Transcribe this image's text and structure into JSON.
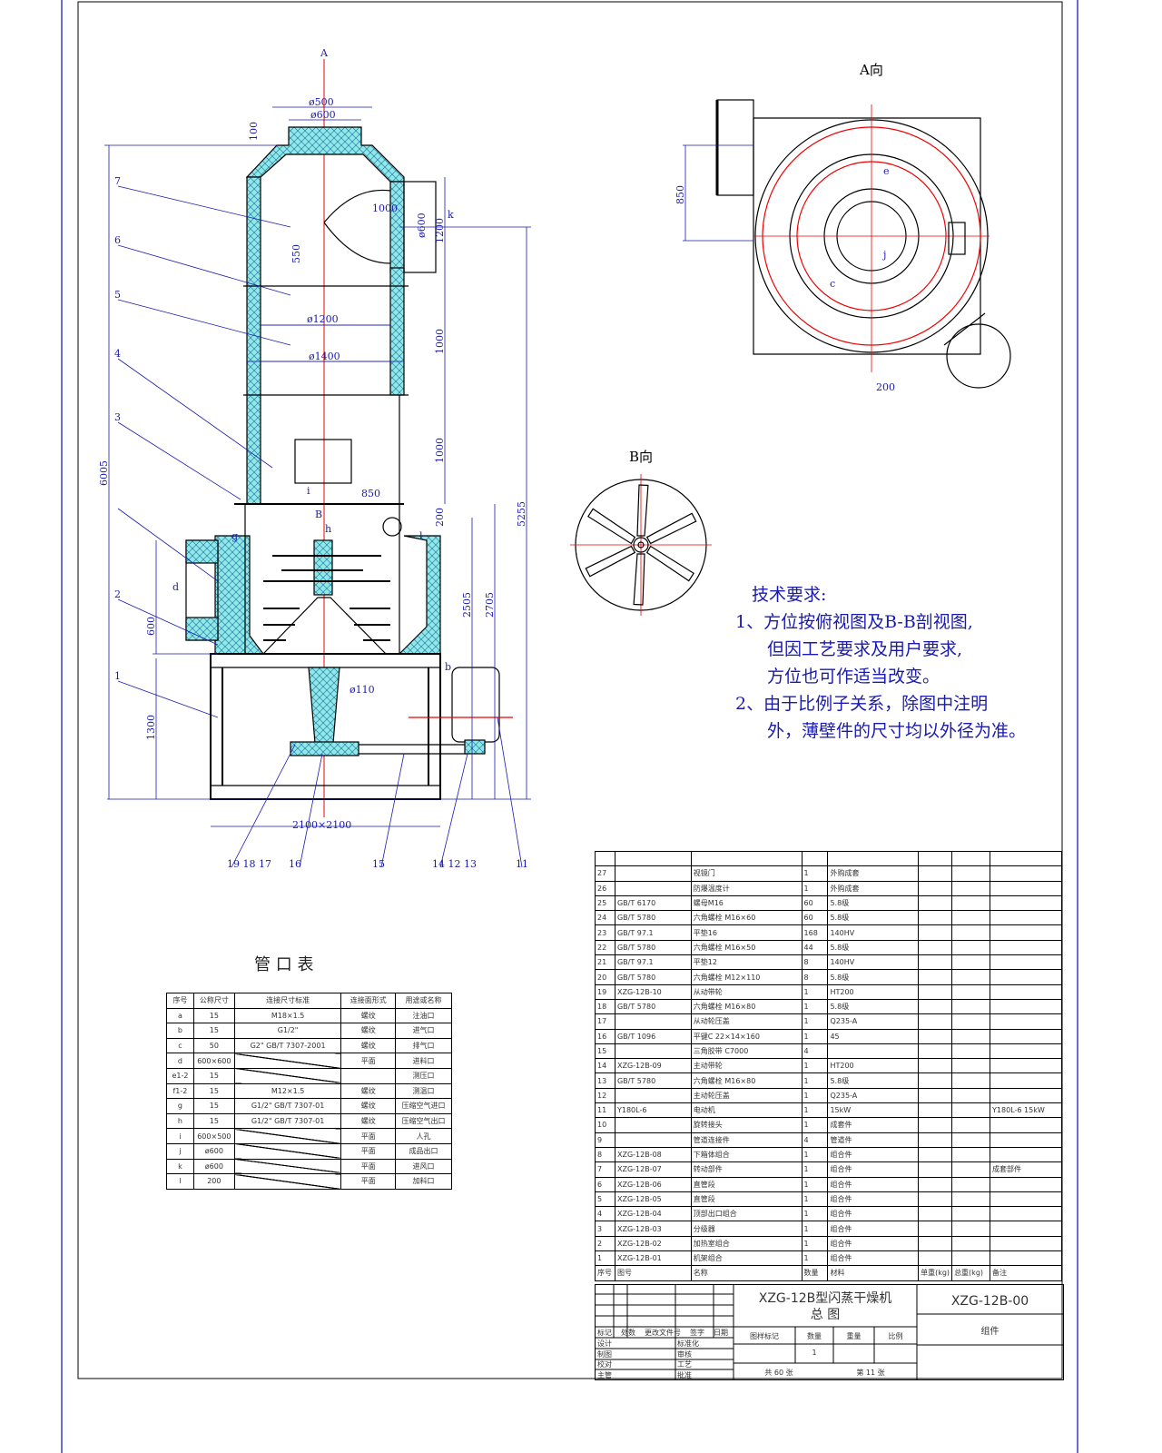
{
  "views": {
    "a_view": "A向",
    "b_view": "B向",
    "section_mark": "A"
  },
  "tech_requirements": {
    "title": "技术要求:",
    "items": [
      {
        "num": "1、",
        "lines": [
          "方位按俯视图及B-B剖视图,",
          "但因工艺要求及用户要求,",
          "方位也可作适当改变。"
        ]
      },
      {
        "num": "2、",
        "lines": [
          "由于比例子关系，除图中注明",
          "外，薄壁件的尺寸均以外径为准。"
        ]
      }
    ]
  },
  "dimensions": {
    "top_outer": "ø500",
    "top_inner": "ø600",
    "top_h": "100",
    "outlet_w": "1000",
    "hood_h": "550",
    "outlet_d": "ø600",
    "outlet_h": "1200",
    "col_inner": "ø1200",
    "col_outer": "ø1400",
    "sec1": "1000",
    "sec2": "1000",
    "base_offset": "850",
    "gap": "200",
    "d2505": "2505",
    "d2705": "2705",
    "d5255": "5255",
    "d6005": "6005",
    "inlet_h": "600",
    "frame_h": "1300",
    "frame_w": "2100×2100",
    "shaft": "ø110",
    "a_850": "850",
    "a_200": "200"
  },
  "letters": {
    "k": "k",
    "i": "i",
    "B": "B",
    "h": "h",
    "l": "l",
    "b": "b",
    "g": "g",
    "d": "d",
    "j": "j",
    "c": "c",
    "e": "e"
  },
  "leaders_left": [
    "7",
    "6",
    "5",
    "4",
    "3",
    "2",
    "1"
  ],
  "leaders_bottom": [
    "19 18 17",
    "16",
    "15",
    "14 12 13",
    "11"
  ],
  "pipe_table": {
    "title": "管 口 表",
    "headers": [
      "序号",
      "公称尺寸",
      "连接尺寸标准",
      "连接面形式",
      "用途或名称"
    ],
    "rows": [
      [
        "a",
        "15",
        "M18×1.5",
        "螺纹",
        "注油口"
      ],
      [
        "b",
        "15",
        "G1/2\"",
        "螺纹",
        "进气口"
      ],
      [
        "c",
        "50",
        "G2\" GB/T 7307-2001",
        "螺纹",
        "排气口"
      ],
      [
        "d",
        "600×600",
        "",
        "平面",
        "进料口"
      ],
      [
        "e1-2",
        "15",
        "",
        "",
        "测压口"
      ],
      [
        "f1-2",
        "15",
        "M12×1.5",
        "螺纹",
        "测温口"
      ],
      [
        "g",
        "15",
        "G1/2\" GB/T 7307-01",
        "螺纹",
        "压缩空气进口"
      ],
      [
        "h",
        "15",
        "G1/2\" GB/T 7307-01",
        "螺纹",
        "压缩空气出口"
      ],
      [
        "i",
        "600×500",
        "",
        "平面",
        "人孔"
      ],
      [
        "j",
        "ø600",
        "",
        "平面",
        "成品出口"
      ],
      [
        "k",
        "ø600",
        "",
        "平面",
        "进风口"
      ],
      [
        "l",
        "200",
        "",
        "平面",
        "加料口"
      ]
    ]
  },
  "parts_table": {
    "headers": [
      "序号",
      "图号",
      "名称",
      "数量",
      "材料",
      "单重(kg)",
      "总重(kg)",
      "备注"
    ],
    "rows": [
      [
        "27",
        "",
        "视镜门",
        "1",
        "外购成套",
        "",
        "",
        ""
      ],
      [
        "26",
        "",
        "防爆温度计",
        "1",
        "外购成套",
        "",
        "",
        ""
      ],
      [
        "25",
        "GB/T 6170",
        "螺母M16",
        "60",
        "5.8级",
        "",
        "",
        ""
      ],
      [
        "24",
        "GB/T 5780",
        "六角螺栓 M16×60",
        "60",
        "5.8级",
        "",
        "",
        ""
      ],
      [
        "23",
        "GB/T 97.1",
        "平垫16",
        "168",
        "140HV",
        "",
        "",
        ""
      ],
      [
        "22",
        "GB/T 5780",
        "六角螺栓 M16×50",
        "44",
        "5.8级",
        "",
        "",
        ""
      ],
      [
        "21",
        "GB/T 97.1",
        "平垫12",
        "8",
        "140HV",
        "",
        "",
        ""
      ],
      [
        "20",
        "GB/T 5780",
        "六角螺栓 M12×110",
        "8",
        "5.8级",
        "",
        "",
        ""
      ],
      [
        "19",
        "XZG-12B-10",
        "从动带轮",
        "1",
        "HT200",
        "",
        "",
        ""
      ],
      [
        "18",
        "GB/T 5780",
        "六角螺栓 M16×80",
        "1",
        "5.8级",
        "",
        "",
        ""
      ],
      [
        "17",
        "",
        "从动轮压盖",
        "1",
        "Q235-A",
        "",
        "",
        ""
      ],
      [
        "16",
        "GB/T 1096",
        "平键C 22×14×160",
        "1",
        "45",
        "",
        "",
        ""
      ],
      [
        "15",
        "",
        "三角胶带 C7000",
        "4",
        "",
        "",
        "",
        ""
      ],
      [
        "14",
        "XZG-12B-09",
        "主动带轮",
        "1",
        "HT200",
        "",
        "",
        ""
      ],
      [
        "13",
        "GB/T 5780",
        "六角螺栓 M16×80",
        "1",
        "5.8级",
        "",
        "",
        ""
      ],
      [
        "12",
        "",
        "主动轮压盖",
        "1",
        "Q235-A",
        "",
        "",
        ""
      ],
      [
        "11",
        "Y180L-6",
        "电动机",
        "1",
        "15kW",
        "",
        "",
        "Y180L-6 15kW"
      ],
      [
        "10",
        "",
        "旋转接头",
        "1",
        "成套件",
        "",
        "",
        ""
      ],
      [
        "9",
        "",
        "管道连接件",
        "4",
        "管道件",
        "",
        "",
        ""
      ],
      [
        "8",
        "XZG-12B-08",
        "下箱体组合",
        "1",
        "组合件",
        "",
        "",
        ""
      ],
      [
        "7",
        "XZG-12B-07",
        "转动部件",
        "1",
        "组合件",
        "",
        "",
        "成套部件"
      ],
      [
        "6",
        "XZG-12B-06",
        "直管段",
        "1",
        "组合件",
        "",
        "",
        ""
      ],
      [
        "5",
        "XZG-12B-05",
        "直管段",
        "1",
        "组合件",
        "",
        "",
        ""
      ],
      [
        "4",
        "XZG-12B-04",
        "顶部出口组合",
        "1",
        "组合件",
        "",
        "",
        ""
      ],
      [
        "3",
        "XZG-12B-03",
        "分级器",
        "1",
        "组合件",
        "",
        "",
        ""
      ],
      [
        "2",
        "XZG-12B-02",
        "加热室组合",
        "1",
        "组合件",
        "",
        "",
        ""
      ],
      [
        "1",
        "XZG-12B-01",
        "机架组合",
        "1",
        "组合件",
        "",
        "",
        ""
      ]
    ]
  },
  "title_block": {
    "name_line1": "XZG-12B型闪蒸干燥机",
    "name_line2": "总  图",
    "drawing_no": "XZG-12B-00",
    "company": "组件",
    "mark_label": "图样标记",
    "qty_label": "数量",
    "weight_label": "重量",
    "scale_label": "比例",
    "qty_value": "1",
    "sheets_total": "共 60 张",
    "sheet_no": "第 11 张",
    "rev_labels": [
      "标记",
      "处数",
      "更改文件号",
      "签字",
      "日期"
    ],
    "role_labels": [
      "设计",
      "标准化",
      "制图",
      "审核",
      "校对",
      "工艺",
      "主管",
      "批准"
    ]
  },
  "colors": {
    "line": "#000000",
    "dim": "#1a1ab0",
    "center": "#e00000",
    "insulation": "#8fe8e8"
  }
}
